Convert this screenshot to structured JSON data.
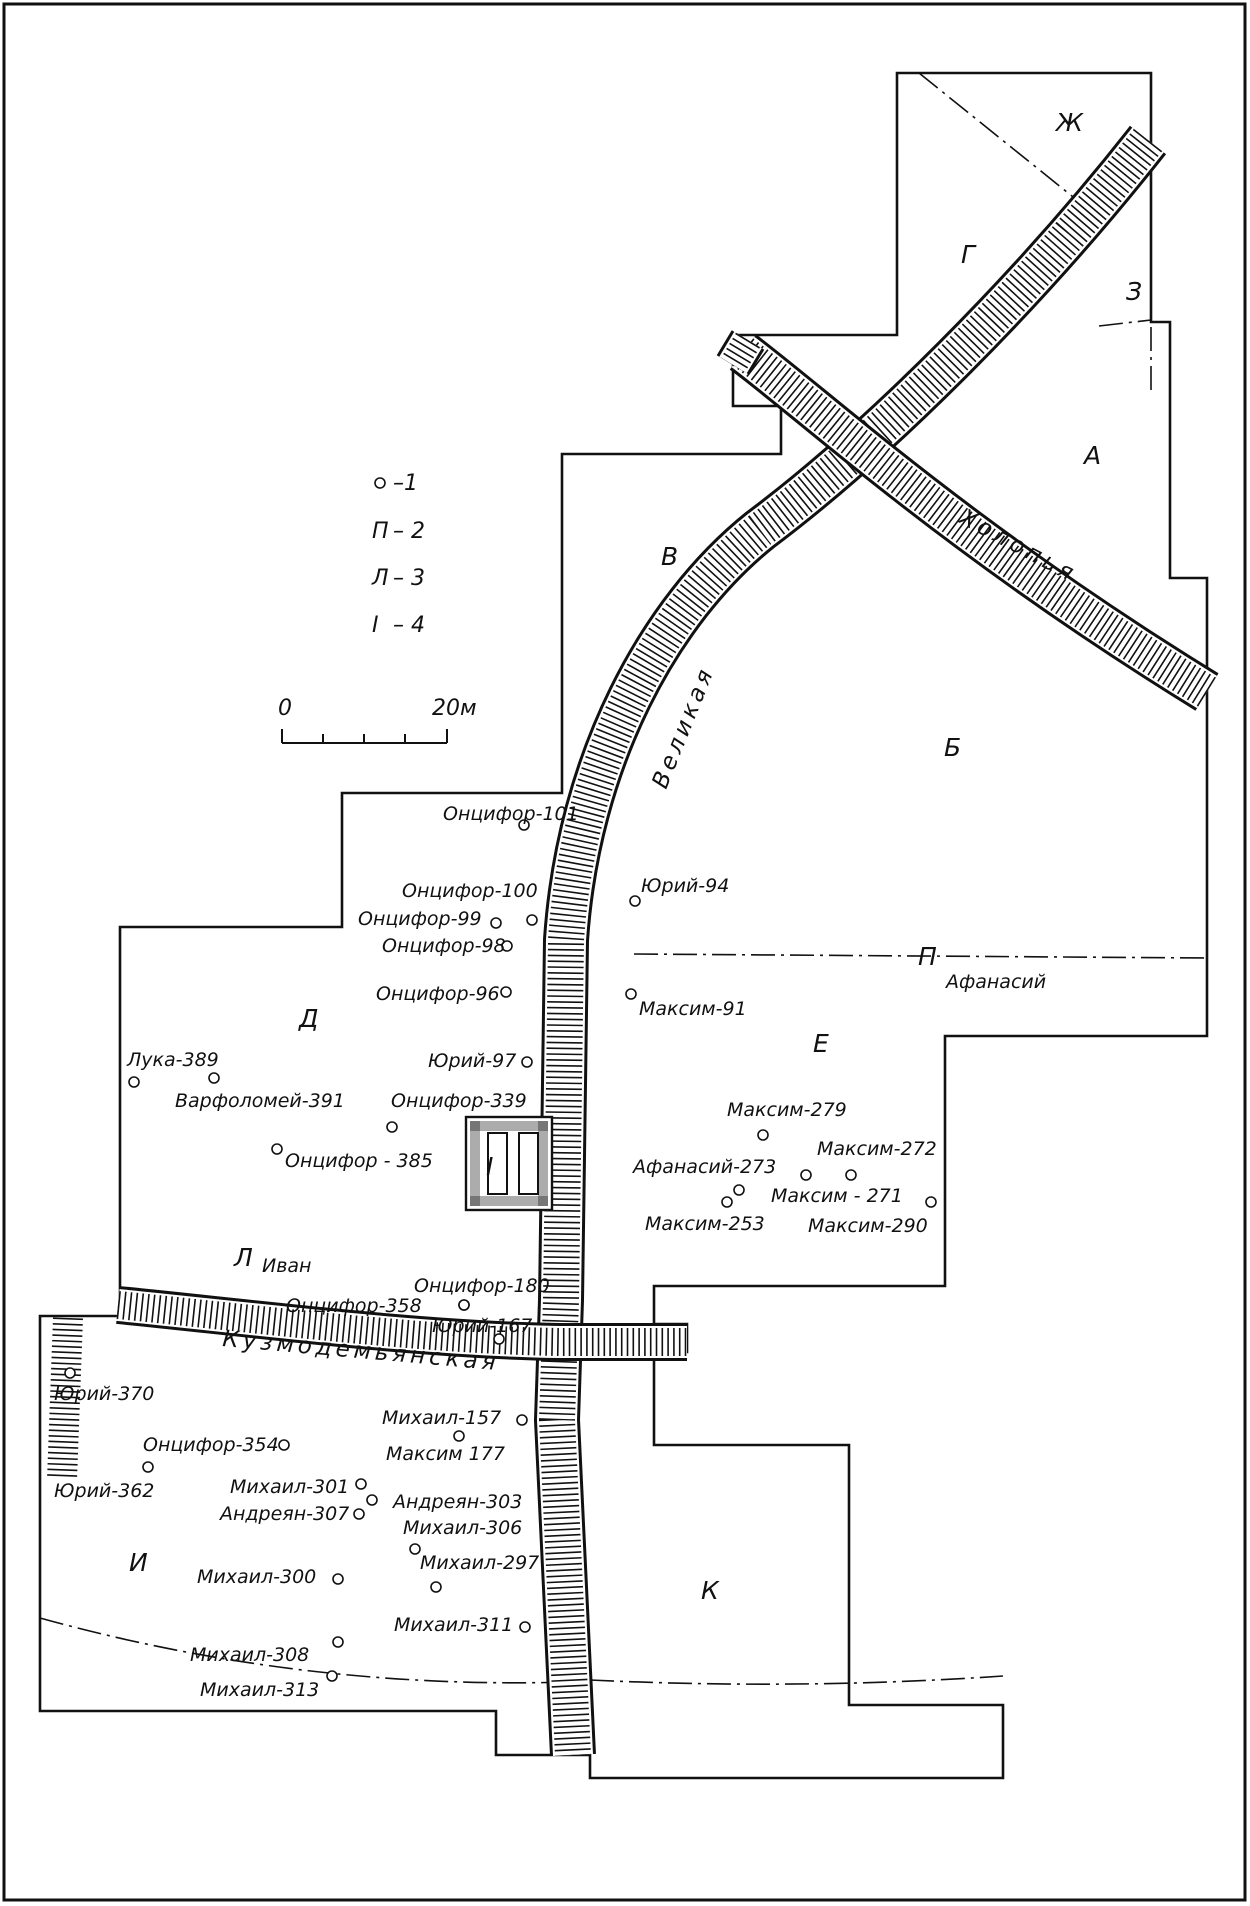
{
  "legend": [
    {
      "symbol": "o",
      "text": "–1"
    },
    {
      "symbol": "П",
      "text": "– 2"
    },
    {
      "symbol": "Л",
      "text": "– 3"
    },
    {
      "symbol": "I",
      "text": "– 4"
    }
  ],
  "scale": {
    "zero": "0",
    "max": "20м"
  },
  "streets": {
    "velikaya": "Великая",
    "kholopya": "Холопья",
    "kuzmodemyanskaya": "Кузмодемьянская"
  },
  "zones": [
    "Ж",
    "Г",
    "З",
    "А",
    "В",
    "Б",
    "Д",
    "Е",
    "И",
    "К"
  ],
  "markers": {
    "P": "П",
    "L": "Л",
    "I": "I"
  },
  "people": {
    "ivan": "Иван",
    "afanasiy": "Афанасий"
  },
  "sites": [
    "Онцифор-101",
    "Онцифор-100",
    "Онцифор-99",
    "Онцифор-98",
    "Онцифор-96",
    "Юрий-94",
    "Максим-91",
    "Лука-389",
    "Варфоломей-391",
    "Юрий-97",
    "Онцифор-339",
    "Онцифор - 385",
    "Максим-279",
    "Максим-272",
    "Афанасий-273",
    "Максим - 271",
    "Максим-253",
    "Максим-290",
    "Онцифор-180",
    "Онцифор-358",
    "Юрий-167",
    "Юрий-370",
    "Михаил-157",
    "Онцифор-354",
    "Максим 177",
    "Юрий-362",
    "Михаил-301",
    "Андреян-303",
    "Андреян-307",
    "Михаил-306",
    "Михаил-297",
    "Михаил-300",
    "Михаил-311",
    "Михаил-308",
    "Михаил-313"
  ],
  "colors": {
    "ink": "#111111",
    "paper": "#ffffff"
  }
}
